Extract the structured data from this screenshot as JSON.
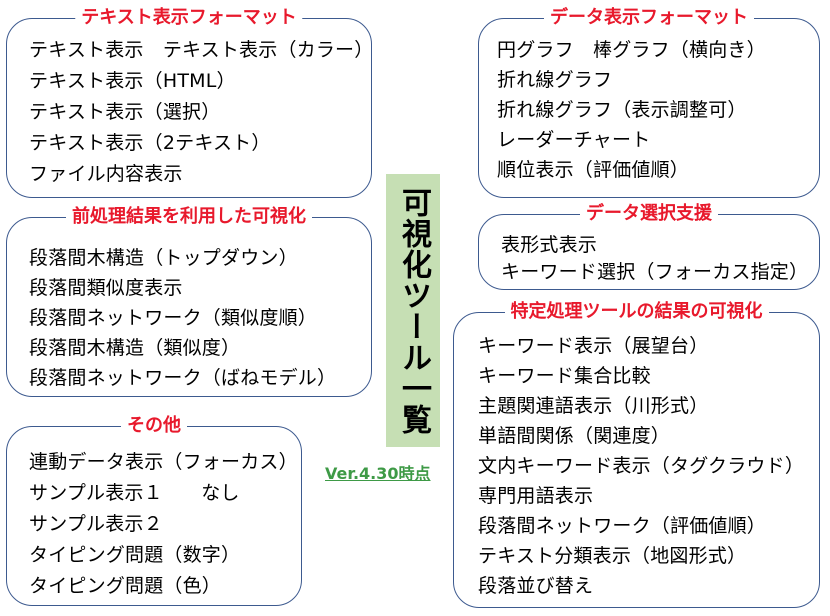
{
  "center_title": "可視化ツール一覧",
  "version": "Ver.4.30時点",
  "boxes": {
    "text_format": {
      "title": "テキスト表示フォーマット",
      "items": [
        "テキスト表示　テキスト表示（カラー）",
        "テキスト表示（HTML）",
        "テキスト表示（選択）",
        "テキスト表示（2テキスト）",
        "ファイル内容表示"
      ]
    },
    "preprocessed": {
      "title": "前処理結果を利用した可視化",
      "items": [
        "段落間木構造（トップダウン）",
        "段落間類似度表示",
        "段落間ネットワーク（類似度順）",
        "段落間木構造（類似度）",
        "段落間ネットワーク（ばねモデル）"
      ]
    },
    "others": {
      "title": "その他",
      "items": [
        "連動データ表示（フォーカス）",
        "サンプル表示１　　なし",
        "サンプル表示２",
        "タイピング問題（数字）",
        "タイピング問題（色）"
      ]
    },
    "data_format": {
      "title": "データ表示フォーマット",
      "items": [
        "円グラフ　棒グラフ（横向き）",
        "折れ線グラフ",
        "折れ線グラフ（表示調整可）",
        "レーダーチャート",
        "順位表示（評価値順）"
      ]
    },
    "data_select": {
      "title": "データ選択支援",
      "items": [
        "表形式表示",
        "キーワード選択（フォーカス指定）"
      ]
    },
    "specific_tools": {
      "title": "特定処理ツールの結果の可視化",
      "items": [
        "キーワード表示（展望台）",
        "キーワード集合比較",
        "主題関連語表示（川形式）",
        "単語間関係（関連度）",
        "文内キーワード表示（タグクラウド）",
        "専門用語表示",
        "段落間ネットワーク（評価値順）",
        "テキスト分類表示（地図形式）",
        "段落並び替え"
      ]
    }
  },
  "colors": {
    "box_border": "#3d5a8f",
    "title_red": "#e8192c",
    "center_green_bg": "#c6dfb4",
    "version_green": "#3e9a46"
  }
}
